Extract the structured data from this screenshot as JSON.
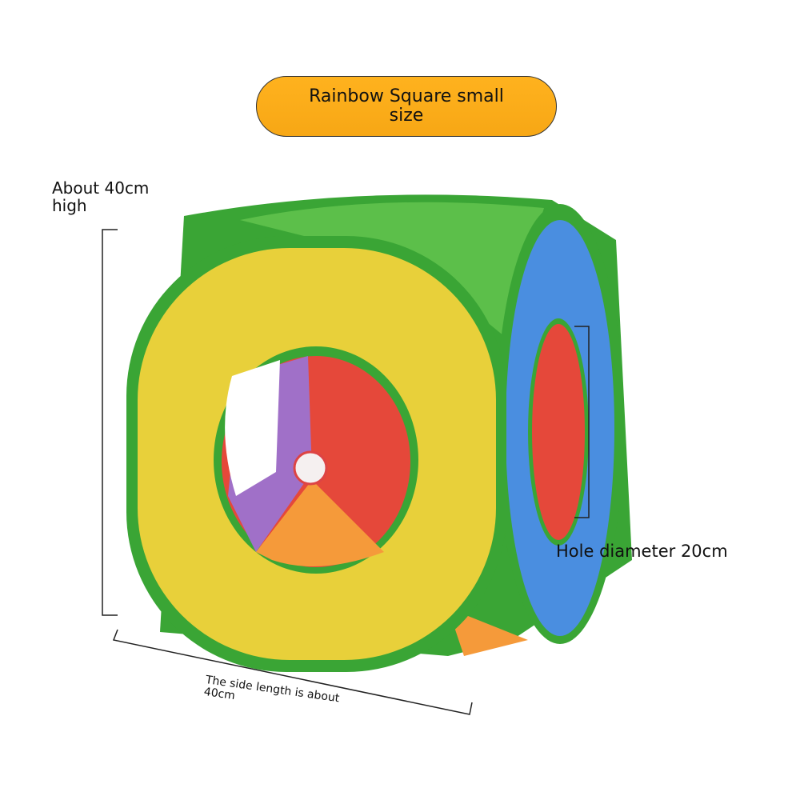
{
  "title": "Rainbow Square small size",
  "height_label": "About 40cm high",
  "hole_label": "Hole diameter 20cm",
  "side_label": "The side length is about 40cm",
  "colors": {
    "badge": "#f7a715",
    "green": "#3aa535",
    "yellow": "#e8d03a",
    "blue": "#4a8ee0",
    "red": "#e5483a",
    "purple": "#a070c8",
    "orange": "#f59a3a"
  }
}
